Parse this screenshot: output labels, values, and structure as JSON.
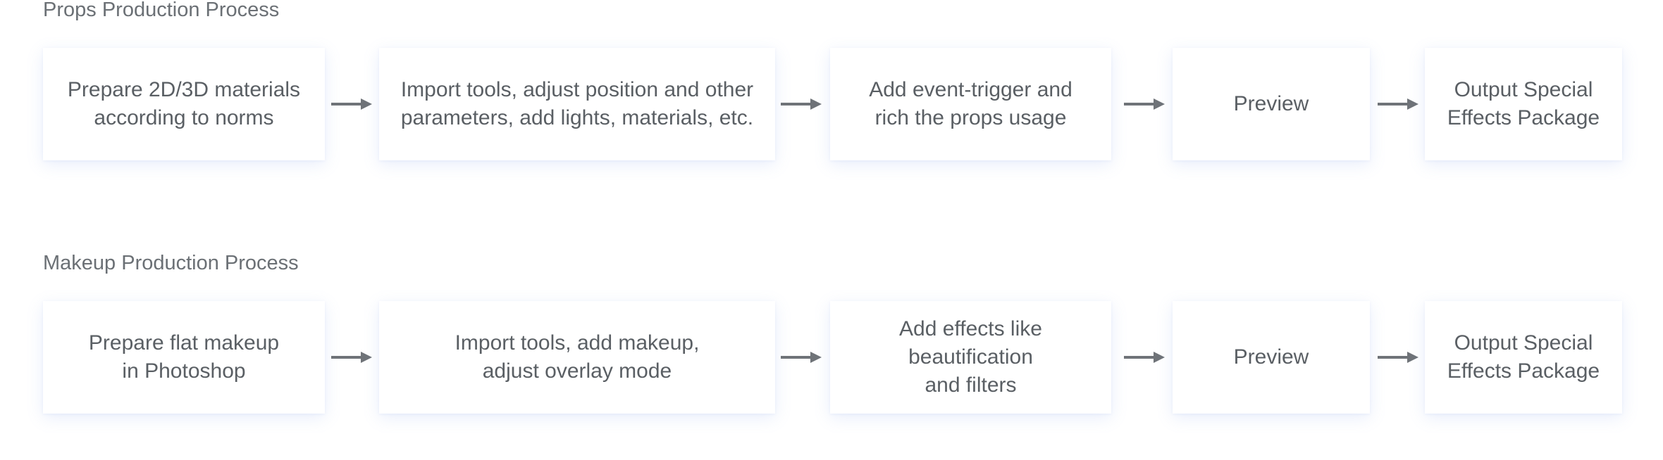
{
  "processes": [
    {
      "title": "Props Production Process",
      "steps": [
        {
          "label": "Prepare 2D/3D materials\naccording to norms"
        },
        {
          "label": "Import tools, adjust position and other\nparameters, add lights, materials, etc."
        },
        {
          "label": "Add event-trigger and\nrich the props usage"
        },
        {
          "label": "Preview"
        },
        {
          "label": "Output Special\nEffects Package"
        }
      ]
    },
    {
      "title": "Makeup Production Process",
      "steps": [
        {
          "label": "Prepare flat makeup\nin Photoshop"
        },
        {
          "label": "Import tools, add makeup,\nadjust overlay mode"
        },
        {
          "label": "Add effects like beautification\nand filters"
        },
        {
          "label": "Preview"
        },
        {
          "label": "Output Special\nEffects Package"
        }
      ]
    }
  ],
  "colors": {
    "arrow": "#6f7378",
    "card_background": "#ffffff",
    "title_text": "#6b7075",
    "step_text": "#5a5f64"
  }
}
